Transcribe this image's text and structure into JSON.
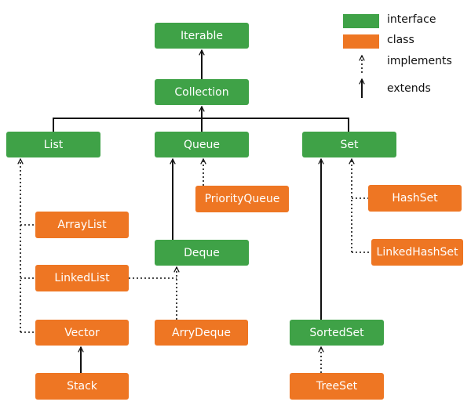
{
  "colors": {
    "interface": "#3fa247",
    "class": "#ee7623",
    "line": "#111111"
  },
  "legend": {
    "interface": "interface",
    "class": "class",
    "implements": "implements",
    "extends": "extends"
  },
  "nodes": {
    "iterable": "Iterable",
    "collection": "Collection",
    "list": "List",
    "queue": "Queue",
    "set": "Set",
    "priority_queue": "PriorityQueue",
    "hash_set": "HashSet",
    "array_list": "ArrayList",
    "deque": "Deque",
    "linked_hash_set": "LinkedHashSet",
    "linked_list": "LinkedList",
    "vector": "Vector",
    "arry_deque": "ArryDeque",
    "sorted_set": "SortedSet",
    "stack": "Stack",
    "tree_set": "TreeSet"
  },
  "relations": [
    {
      "from": "Collection",
      "to": "Iterable",
      "kind": "extends"
    },
    {
      "from": "List",
      "to": "Collection",
      "kind": "extends"
    },
    {
      "from": "Queue",
      "to": "Collection",
      "kind": "extends"
    },
    {
      "from": "Set",
      "to": "Collection",
      "kind": "extends"
    },
    {
      "from": "ArrayList",
      "to": "List",
      "kind": "implements"
    },
    {
      "from": "LinkedList",
      "to": "List",
      "kind": "implements"
    },
    {
      "from": "Vector",
      "to": "List",
      "kind": "implements"
    },
    {
      "from": "Stack",
      "to": "Vector",
      "kind": "extends"
    },
    {
      "from": "PriorityQueue",
      "to": "Queue",
      "kind": "implements"
    },
    {
      "from": "Deque",
      "to": "Queue",
      "kind": "extends"
    },
    {
      "from": "LinkedList",
      "to": "Deque",
      "kind": "implements"
    },
    {
      "from": "ArryDeque",
      "to": "Deque",
      "kind": "implements"
    },
    {
      "from": "HashSet",
      "to": "Set",
      "kind": "implements"
    },
    {
      "from": "LinkedHashSet",
      "to": "Set",
      "kind": "implements"
    },
    {
      "from": "SortedSet",
      "to": "Set",
      "kind": "extends"
    },
    {
      "from": "TreeSet",
      "to": "SortedSet",
      "kind": "implements"
    }
  ]
}
